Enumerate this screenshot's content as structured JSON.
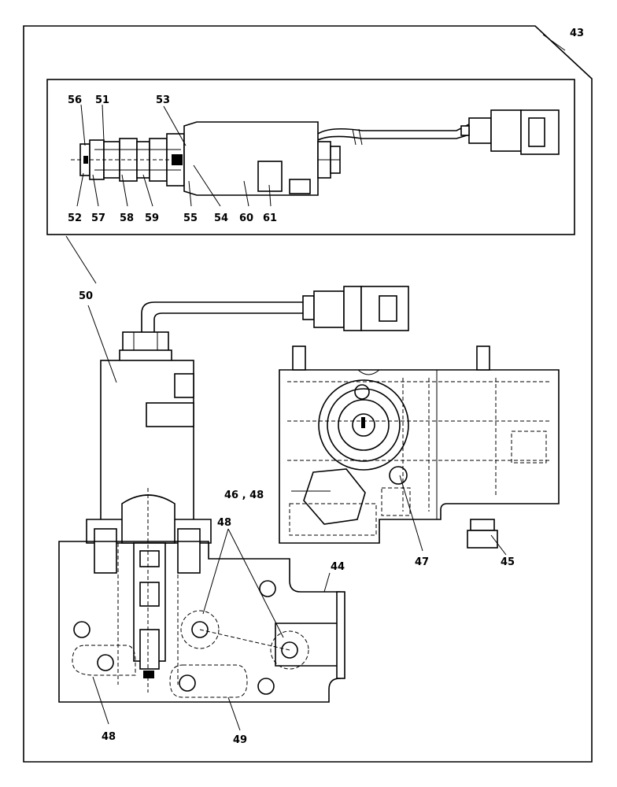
{
  "callouts": {
    "c43": "43",
    "c44": "44",
    "c45": "45",
    "c46_48": "46 , 48",
    "c47": "47",
    "c48_top": "48",
    "c48_bottom": "48",
    "c49": "49",
    "c50": "50",
    "c51": "51",
    "c52": "52",
    "c53": "53",
    "c54": "54",
    "c55": "55",
    "c56": "56",
    "c57": "57",
    "c58": "58",
    "c59": "59",
    "c60": "60",
    "c61": "61"
  }
}
